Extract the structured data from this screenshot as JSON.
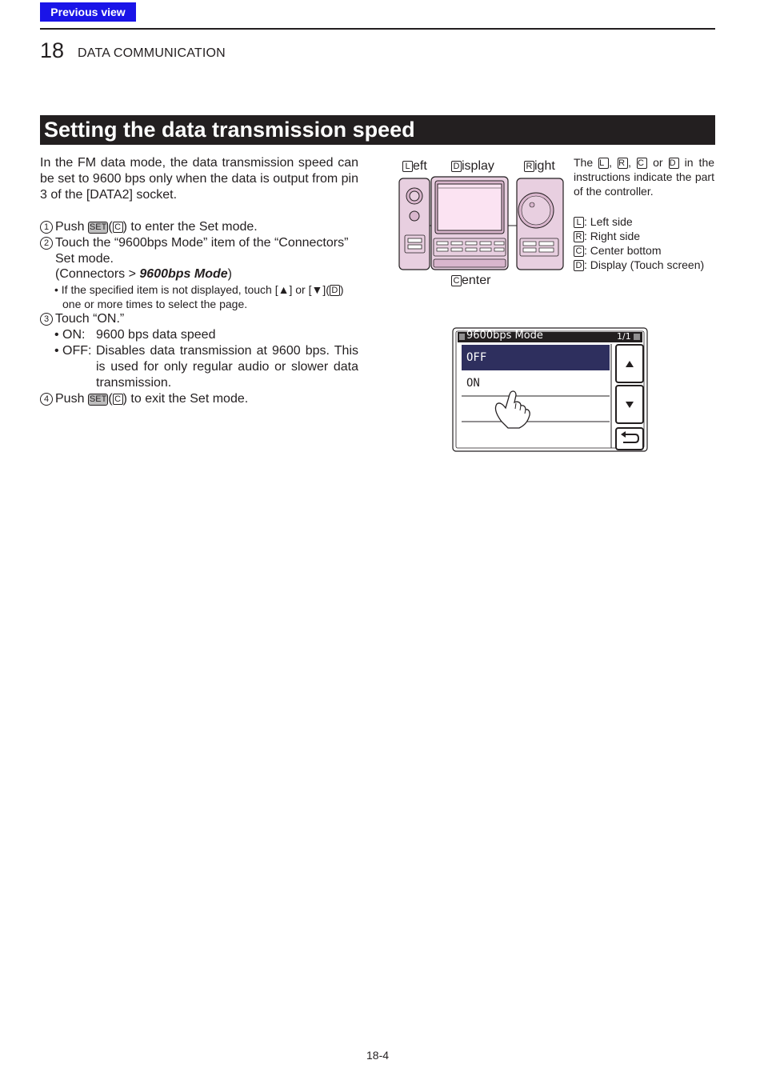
{
  "nav": {
    "previous_view": "Previous view"
  },
  "header": {
    "chapter_number": "18",
    "chapter_title": "DATA COMMUNICATION"
  },
  "section": {
    "title": "Setting the data transmission speed"
  },
  "intro": "In the FM data mode, the data transmission speed can be set to 9600 bps only when the data is output from pin 3 of the [DATA2] socket.",
  "steps": {
    "s1": {
      "num": "1",
      "a": "Push ",
      "key": "SET",
      "ctl": "C",
      "b": " to enter the Set mode."
    },
    "s2": {
      "num": "2",
      "line1": "Touch the “9600bps Mode” item of the “Connectors”",
      "line2": "Set mode.",
      "path_prefix": "(Connectors > ",
      "path_item": "9600bps Mode",
      "path_suffix": ")",
      "note_a": "• If the specified item is not displayed, touch [▲] or [▼](",
      "note_ctl": "D",
      "note_b": ")",
      "note_line2": "one or more times to select the page."
    },
    "s3": {
      "num": "3",
      "text": "Touch “ON.”",
      "on_label": "• ON:",
      "on_desc": "9600 bps data speed",
      "off_label": "• OFF:",
      "off_desc_1": "Disables data transmission at 9600 bps. This",
      "off_desc_2": "is used for only regular audio or slower data",
      "off_desc_3": "transmission."
    },
    "s4": {
      "num": "4",
      "a": "Push ",
      "key": "SET",
      "ctl": "C",
      "b": " to exit the Set mode."
    }
  },
  "radio_diagram": {
    "left": {
      "box": "L",
      "rest": "eft"
    },
    "display": {
      "box": "D",
      "rest": "isplay"
    },
    "right": {
      "box": "R",
      "rest": "ight"
    },
    "center": {
      "box": "C",
      "rest": "enter"
    }
  },
  "side_note": {
    "t1": "The ",
    "L": "L",
    "c1": ", ",
    "R": "R",
    "c2": ", ",
    "C": "C",
    "or": " or ",
    "D": "D",
    "t2": " in the instructions indicate the part of the controller."
  },
  "legend": [
    {
      "box": "L",
      "text": ": Left side"
    },
    {
      "box": "R",
      "text": ": Right side"
    },
    {
      "box": "C",
      "text": ": Center bottom"
    },
    {
      "box": "D",
      "text": ": Display (Touch screen)"
    }
  ],
  "screen": {
    "title": "9600bps Mode",
    "page": "1/1",
    "items": [
      "OFF",
      "ON"
    ],
    "selected_index": 0,
    "up_icon": "up-triangle-icon",
    "down_icon": "down-triangle-icon",
    "back_icon": "return-arrow-icon"
  },
  "footer": {
    "page_number": "18-4"
  }
}
